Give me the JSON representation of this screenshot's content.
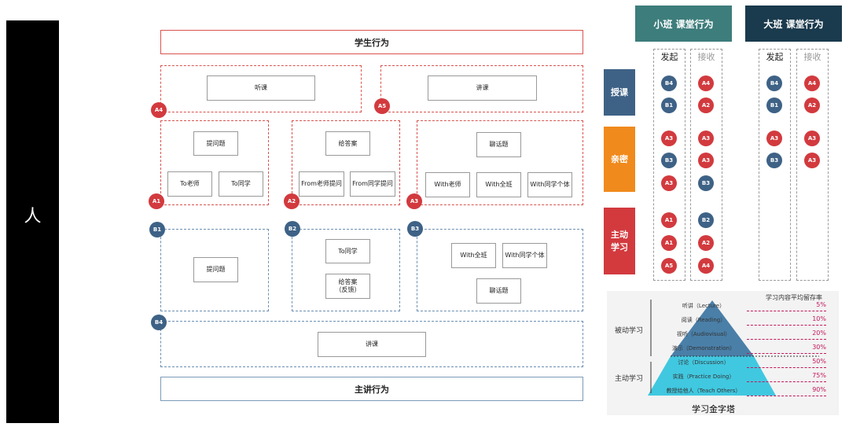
{
  "side": {
    "label": "人"
  },
  "diagram": {
    "student_title": "学生行为",
    "lecturer_title": "主讲行为",
    "listen": "听课",
    "speak_top": "讲课",
    "ask": "提问题",
    "to_teacher": "To老师",
    "to_student": "To同学",
    "answer": "给答案",
    "from_teacher_q": "From老师提问",
    "from_student_q": "From同学提问",
    "chat": "聊话题",
    "with_teacher": "With老师",
    "with_class": "With全班",
    "with_individual": "With同学个体",
    "b1_ask": "提问题",
    "b2_to_student": "To同学",
    "b2_answer_line1": "给答案",
    "b2_answer_line2": "（反馈）",
    "b3_with_class": "With全班",
    "b3_with_individual": "With同学个体",
    "b3_chat": "聊话题",
    "b4_lecture": "讲课",
    "badges": {
      "A4": "A4",
      "A5": "A5",
      "A1": "A1",
      "A2": "A2",
      "A3": "A3",
      "B1": "B1",
      "B2": "B2",
      "B3": "B3",
      "B4": "B4"
    }
  },
  "table": {
    "small_header": "小班 课堂行为",
    "large_header": "大班 课堂行为",
    "initiate": "发起",
    "receive": "接收",
    "categories": [
      "授课",
      "亲密",
      "主动学习"
    ],
    "category_colors": [
      "#3e6286",
      "#f08a1c",
      "#d23a3e"
    ],
    "small_initiate": [
      "B4",
      "B1",
      "A3",
      "B3",
      "A3",
      "A1",
      "A1",
      "A5"
    ],
    "small_receive": [
      "A4",
      "A2",
      "A3",
      "A3",
      "B3",
      "B2",
      "A2",
      "A4"
    ],
    "large_initiate": [
      "B4",
      "B1",
      "A3",
      "B3"
    ],
    "large_receive": [
      "A4",
      "A2",
      "A3",
      "A3"
    ]
  },
  "pyramid": {
    "rate_header": "学习内容平均留存率",
    "passive": "被动学习",
    "active": "主动学习",
    "title": "学习金字塔",
    "levels": [
      {
        "label": "听讲（Lecture）",
        "pct": "5%"
      },
      {
        "label": "阅读（Reading）",
        "pct": "10%"
      },
      {
        "label": "视听（Audiovisual）",
        "pct": "20%"
      },
      {
        "label": "演示（Demonstration）",
        "pct": "30%"
      },
      {
        "label": "讨论（Discussion）",
        "pct": "50%"
      },
      {
        "label": "实践（Practice Doing）",
        "pct": "75%"
      },
      {
        "label": "教授给他人（Teach Others）",
        "pct": "90%"
      }
    ],
    "colors": {
      "passive": "#4a7fa8",
      "active": "#40c8e0"
    }
  }
}
